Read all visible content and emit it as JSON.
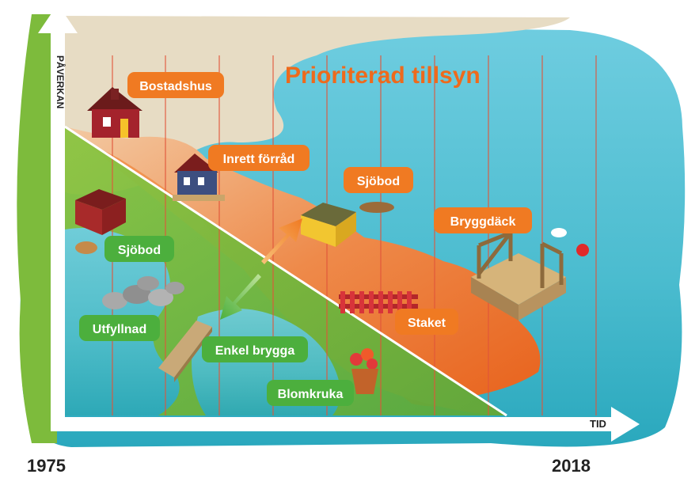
{
  "title": "Prioriterad tillsyn",
  "axes": {
    "y_label": "PÅVERKAN",
    "x_label": "TID",
    "start_year": "1975",
    "end_year": "2018"
  },
  "orange_labels": [
    {
      "id": "bostadshus",
      "text": "Bostadshus"
    },
    {
      "id": "inrett-forrad",
      "text": "Inrett förråd"
    },
    {
      "id": "sjobod-orange",
      "text": "Sjöbod"
    },
    {
      "id": "bryggdack",
      "text": "Bryggdäck"
    },
    {
      "id": "staket",
      "text": "Staket"
    }
  ],
  "green_labels": [
    {
      "id": "sjobod-green",
      "text": "Sjöbod"
    },
    {
      "id": "utfyllnad",
      "text": "Utfyllnad"
    },
    {
      "id": "enkel-brygga",
      "text": "Enkel brygga"
    },
    {
      "id": "blomkruka",
      "text": "Blomkruka"
    }
  ],
  "colors": {
    "orange": "#f07a22",
    "green": "#4caf3d",
    "water": "#5cc3d6",
    "sand": "#e6dcc6",
    "grid": "#e0553a"
  }
}
